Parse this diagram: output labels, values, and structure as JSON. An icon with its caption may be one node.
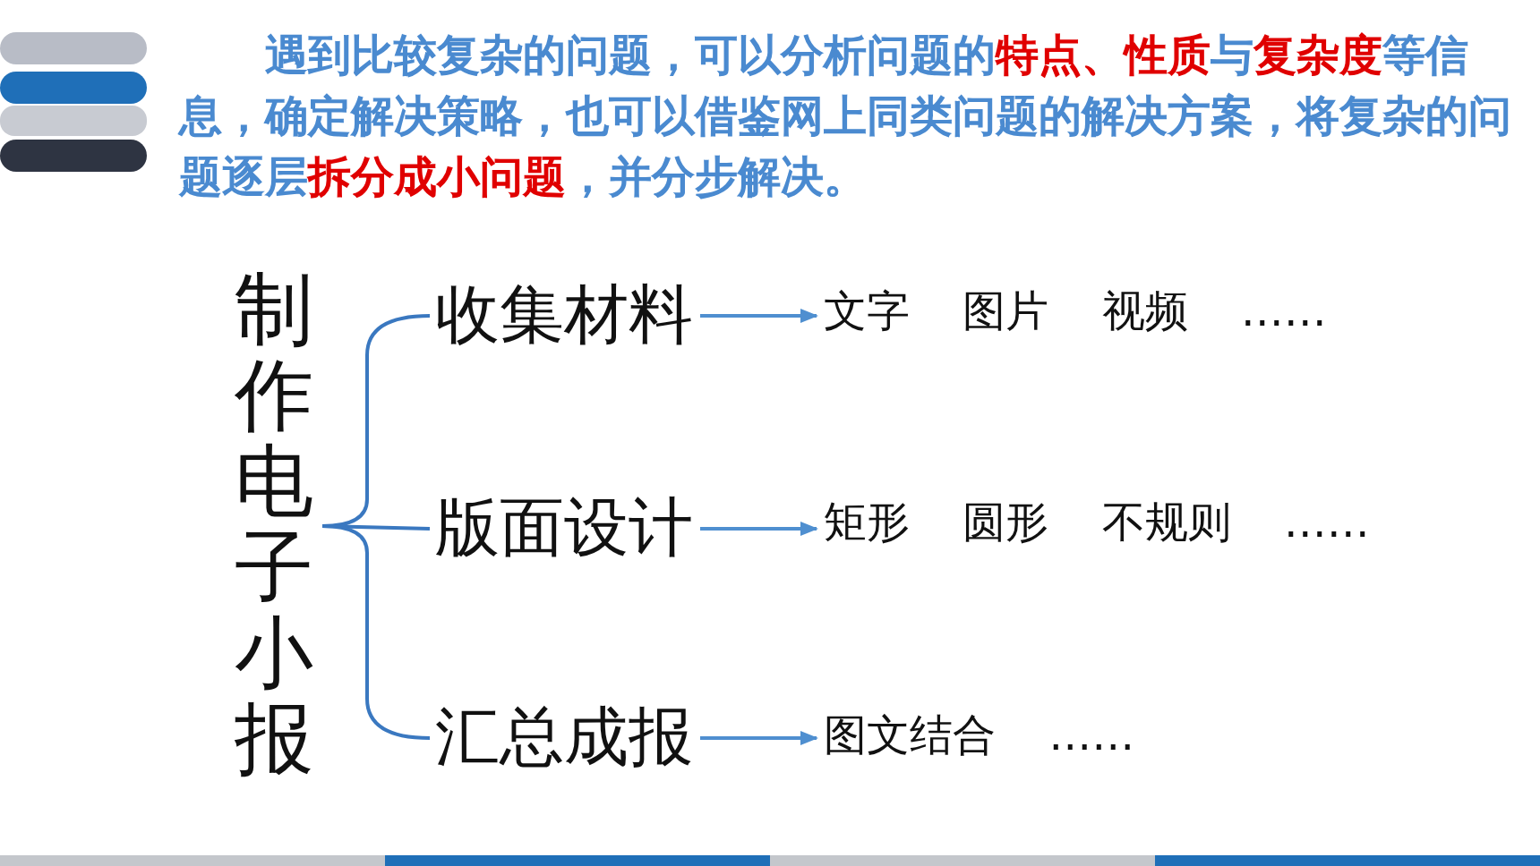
{
  "diagram": {
    "nodes": [
      {
        "text": [
          "制作电子小报"
        ]
      },
      {
        "text": [
          "收集材料"
        ]
      },
      {
        "text": [
          "版面设计"
        ]
      },
      {
        "text": [
          "汇总成报"
        ]
      },
      {
        "text": [
          "文字 图片 视频 ……"
        ]
      },
      {
        "text": [
          "矩形 圆形 不规则 ……"
        ]
      },
      {
        "text": [
          "图文结合 ……"
        ]
      }
    ],
    "edges": [
      {
        "from": 0,
        "to": 1,
        "arrow": "none"
      },
      {
        "from": 0,
        "to": 2,
        "arrow": "none"
      },
      {
        "from": 0,
        "to": 3,
        "arrow": "none"
      },
      {
        "from": 1,
        "to": 4,
        "arrow": "to",
        "color": "#4f8fd0"
      },
      {
        "from": 2,
        "to": 5,
        "arrow": "to",
        "color": "#4f8fd0"
      },
      {
        "from": 3,
        "to": 6,
        "arrow": "to",
        "color": "#4f8fd0"
      }
    ],
    "labels": [
      "遇到比较复杂的问题，可以分析问题的**特点、性质**与**复杂度**等信息，确定解决策略，也可以借鉴网上同类问题的解决方案，将复杂的问题逐层**拆分成小问题**，并分步解决。"
    ]
  }
}
